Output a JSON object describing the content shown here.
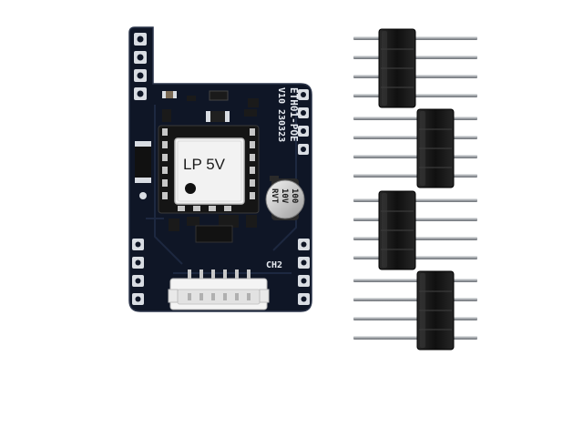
{
  "board": {
    "silkscreen_name": "ETH01-POE",
    "silkscreen_version": "V10",
    "silkscreen_date": "230323",
    "silkscreen_connector": "CH2",
    "module_label": "LP 5V",
    "capacitor_value": "100",
    "capacitor_voltage": "10V",
    "capacitor_code": "RVT"
  },
  "colors": {
    "background": "#ffffff",
    "pcb": "#0f1626",
    "pcb_edge": "#1c2436",
    "pad": "#d9dde3",
    "module": "#f2f2f2",
    "header_plastic": "#141414",
    "pin_metal": "#b9bcc0",
    "connector": "#f4f4f4"
  },
  "headers": {
    "count": 4,
    "pins_per_header": 4
  }
}
